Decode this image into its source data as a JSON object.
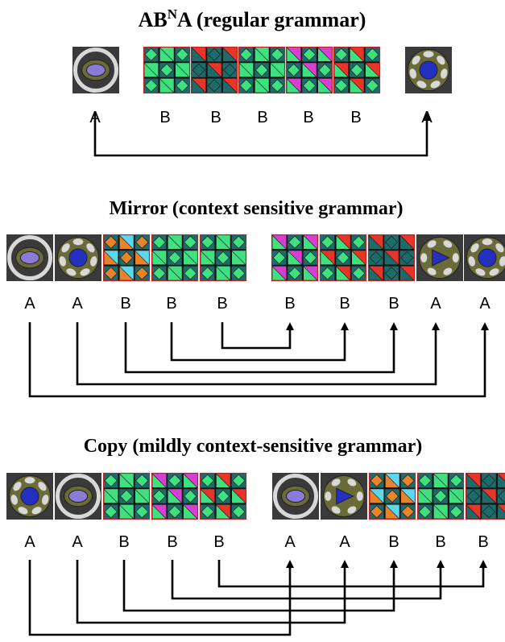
{
  "panels": [
    {
      "title_main": "AB",
      "title_sup": "N",
      "title_rest": "A (regular grammar)",
      "tiles": [
        "A-eye",
        "B-teal-green",
        "B-red-dark",
        "B-teal-green",
        "B-magenta-green",
        "B-red-teal",
        "A-star"
      ],
      "labels": [
        "A",
        "B",
        "B",
        "B",
        "B",
        "B",
        "A"
      ],
      "links": [
        {
          "from": 0,
          "to": 6
        }
      ]
    },
    {
      "title_main": "Mirror (context sensitive grammar)",
      "title_sup": "",
      "title_rest": "",
      "tiles": [
        "A-eye",
        "A-star",
        "B-cyan-orange",
        "B-teal-green",
        "B-teal-green",
        "B-magenta-green",
        "B-red-teal",
        "B-red-dark",
        "A-triangle",
        "A-star"
      ],
      "labels": [
        "A",
        "A",
        "B",
        "B",
        "B",
        "B",
        "B",
        "B",
        "A",
        "A"
      ],
      "links": [
        {
          "from": 4,
          "to": 5
        },
        {
          "from": 3,
          "to": 6
        },
        {
          "from": 2,
          "to": 7
        },
        {
          "from": 1,
          "to": 8
        },
        {
          "from": 0,
          "to": 9
        }
      ]
    },
    {
      "title_main": "Copy (mildly context-sensitive grammar)",
      "title_sup": "",
      "title_rest": "",
      "tiles": [
        "A-star",
        "A-eye",
        "B-teal-green",
        "B-magenta-green",
        "B-red-teal",
        "A-eye",
        "A-triangle",
        "B-cyan-orange",
        "B-teal-green",
        "B-red-dark"
      ],
      "labels": [
        "A",
        "A",
        "B",
        "B",
        "B",
        "A",
        "A",
        "B",
        "B",
        "B"
      ],
      "links": [
        {
          "from": 4,
          "to": 9
        },
        {
          "from": 3,
          "to": 8
        },
        {
          "from": 2,
          "to": 7
        },
        {
          "from": 1,
          "to": 6
        },
        {
          "from": 0,
          "to": 5
        }
      ]
    }
  ],
  "colors": {
    "teal": "#1f6b6b",
    "green": "#3fe07f",
    "red": "#e8352a",
    "magenta": "#d63fcf",
    "cyan": "#5ad8ee",
    "orange": "#e8832a",
    "darkgray": "#3a3a3a",
    "olive": "#6b6b3a",
    "blue": "#2430c0",
    "lavender": "#8a7bd8",
    "lightgray": "#d8d8d8"
  }
}
